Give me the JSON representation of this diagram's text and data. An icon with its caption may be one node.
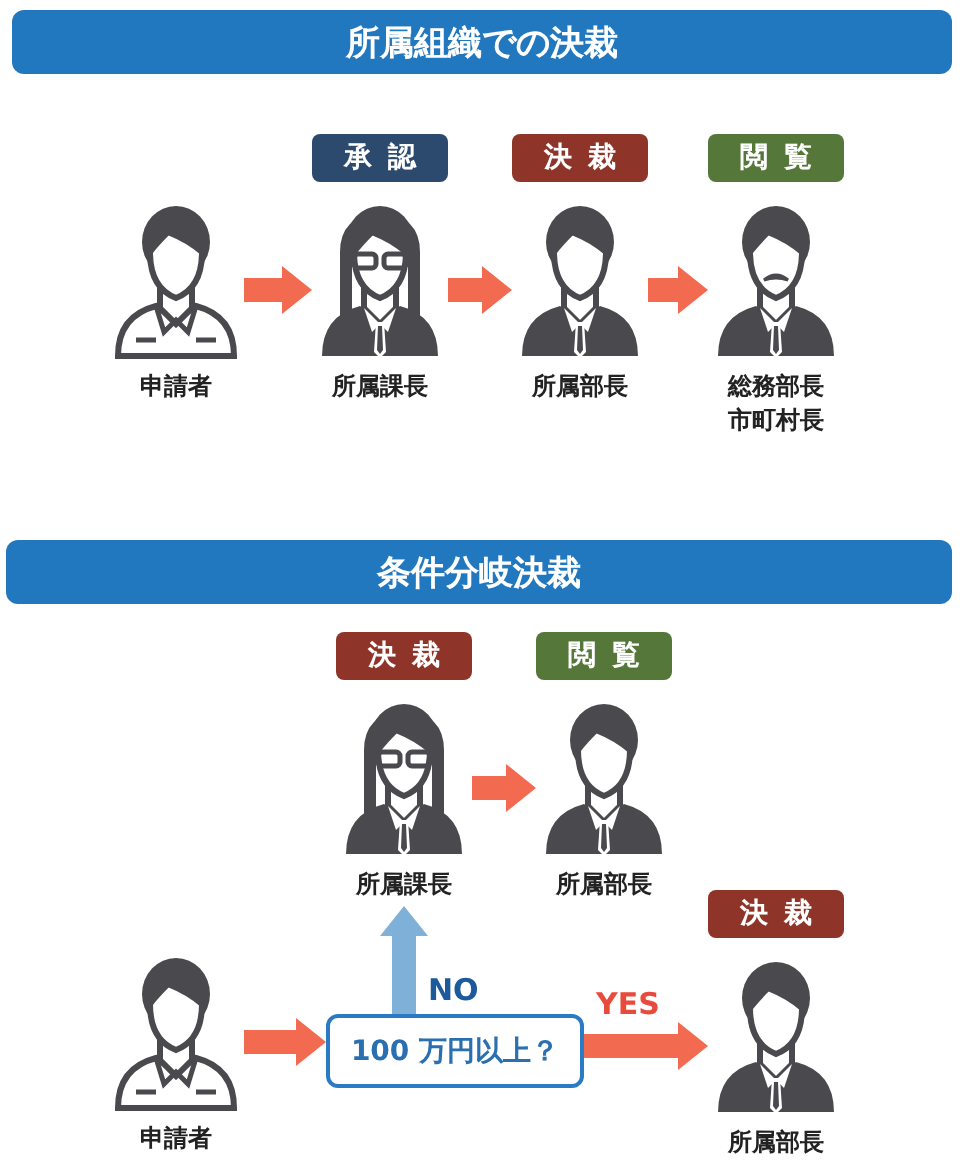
{
  "diagram": {
    "nodes": [
      {
        "text": [
          "所属組織での決裁"
        ]
      },
      {
        "text": [
          "申請者"
        ]
      },
      {
        "text": [
          "所属課長"
        ],
        "beside": [
          "承認"
        ]
      },
      {
        "text": [
          "所属部長"
        ],
        "beside": [
          "決裁"
        ]
      },
      {
        "text": [
          "総務部長",
          "市町村長"
        ],
        "beside": [
          "閲覧"
        ]
      },
      {
        "text": [
          "条件分岐決裁"
        ]
      },
      {
        "text": [
          "申請者"
        ]
      },
      {
        "text": [
          "所属課長"
        ],
        "beside": [
          "決裁"
        ]
      },
      {
        "text": [
          "所属部長"
        ],
        "beside": [
          "閲覧"
        ]
      },
      {
        "text": [
          "100 万円以上？"
        ]
      },
      {
        "text": [
          "所属部長"
        ],
        "beside": [
          "決裁"
        ]
      }
    ],
    "edges": [
      {
        "from": 1,
        "to": 2,
        "arrow": "to"
      },
      {
        "from": 2,
        "to": 3,
        "arrow": "to"
      },
      {
        "from": 3,
        "to": 4,
        "arrow": "to"
      },
      {
        "from": 6,
        "to": 9,
        "arrow": "to"
      },
      {
        "from": 9,
        "to": 7,
        "arrow": "to",
        "label": "NO",
        "color": "#7fb0d8"
      },
      {
        "from": 9,
        "to": 10,
        "arrow": "to",
        "label": "YES"
      },
      {
        "from": 7,
        "to": 8,
        "arrow": "to"
      }
    ]
  }
}
